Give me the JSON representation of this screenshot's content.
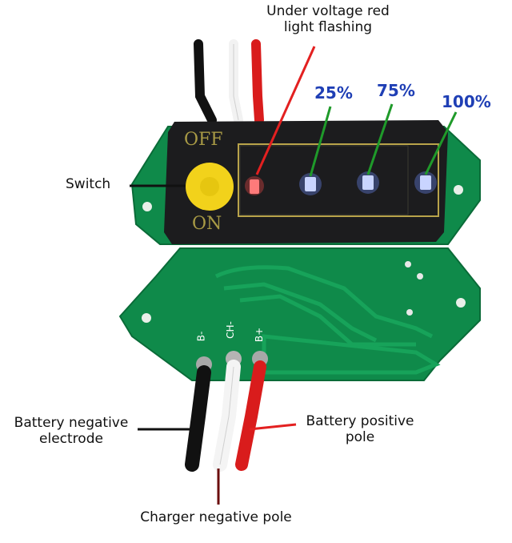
{
  "labels": {
    "under_voltage": [
      "Under voltage red",
      "light flashing"
    ],
    "switch": "Switch",
    "battery_negative": [
      "Battery negative",
      "electrode"
    ],
    "battery_positive": [
      "Battery positive",
      "pole"
    ],
    "charger_negative": "Charger negative pole"
  },
  "levels": [
    "25%",
    "75%",
    "100%"
  ],
  "board_marks": {
    "off": "OFF",
    "on": "ON",
    "b_minus": "B-",
    "ch_minus": "CH-",
    "b_plus": "B+"
  },
  "colors": {
    "pcb_green": "#0f8a4a",
    "pcb_dark": "#0a6b38",
    "cover_black": "#1c1c1e",
    "switch_yellow": "#f2d21b",
    "led_blue": "#6e8bff",
    "led_red": "#ff4a4a",
    "callout_red": "#e32020",
    "callout_green": "#1f9a2a",
    "callout_black": "#111111",
    "callout_darkred": "#6b0e0e",
    "level_text": "#1f3fb5"
  }
}
